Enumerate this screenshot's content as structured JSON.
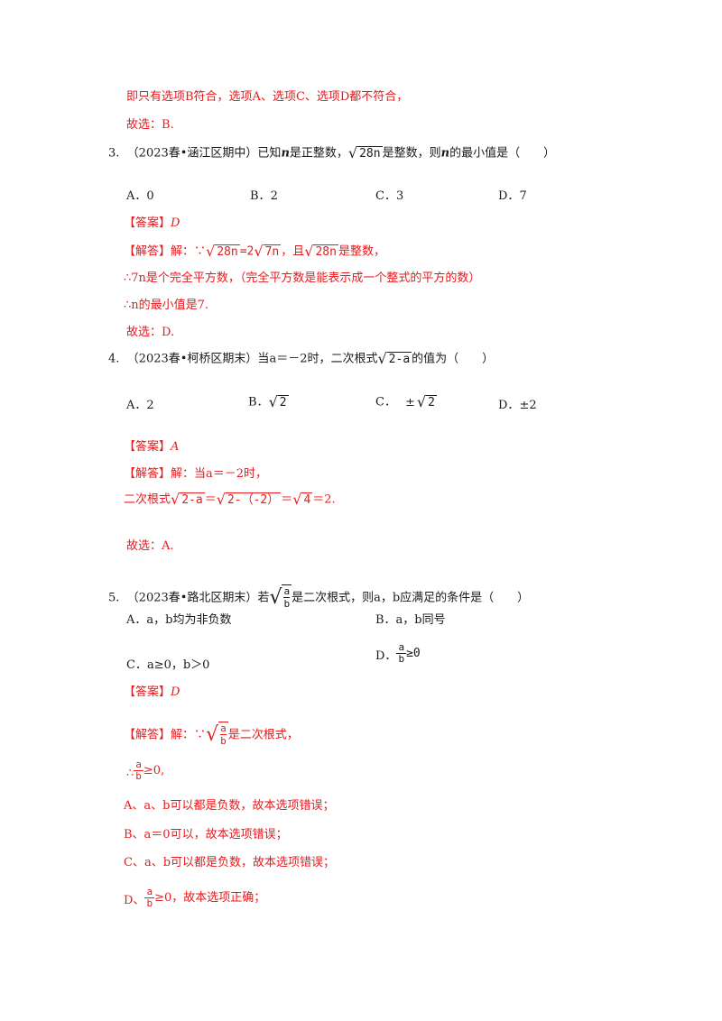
{
  "prev": {
    "line1": "即只有选项B符合，选项A、选项C、选项D都不符合，",
    "line2": "故选：B."
  },
  "q3": {
    "num": "3.",
    "stem_pre": "（2023春•涵江区期中）已知",
    "var_n": "n",
    "stem_mid": "是正整数，",
    "radicand": "28n",
    "stem_post": "是整数，则",
    "stem_post2": "的最小值是（　　）",
    "options": [
      {
        "letter": "A．",
        "text": "0"
      },
      {
        "letter": "B．",
        "text": "2"
      },
      {
        "letter": "C．",
        "text": "3"
      },
      {
        "letter": "D．",
        "text": "7"
      }
    ],
    "answer_label": "【答案】",
    "answer": "D",
    "analysis_label": "【解答】",
    "analysis_pre": "解：∵",
    "eq_mid": "=2",
    "radicand2": "7n",
    "analysis_mid": "，且",
    "analysis_post": "是整数，",
    "line2": "∴7n是个完全平方数，（完全平方数是能表示成一个整式的平方的数）",
    "line3": "∴n的最小值是7.",
    "line4": "故选：D."
  },
  "q4": {
    "num": "4.",
    "stem_pre": "（2023春•柯桥区期末）当",
    "stem_eq": "a＝－2时，二次根式",
    "radicand": "2-a",
    "stem_post": "的值为（　　）",
    "options": [
      {
        "letter": "A．",
        "text": "2"
      },
      {
        "letter": "B．",
        "radicand": "2"
      },
      {
        "letter": "C．",
        "pm": "±",
        "radicand": "2"
      },
      {
        "letter": "D．",
        "text": "±2"
      }
    ],
    "answer_label": "【答案】",
    "answer": "A",
    "analysis_label": "【解答】",
    "analysis_text": "解：当a＝－2时，",
    "line2_pre": "二次根式",
    "line2_r1": "2-a",
    "line2_eq1": "＝",
    "line2_r2": "2-（-2）",
    "line2_eq2": "＝",
    "line2_r3": "4",
    "line2_end": "＝2.",
    "line3": "故选：A."
  },
  "q5": {
    "num": "5.",
    "stem_pre": "（2023春•路北区期末）若",
    "frac_num": "a",
    "frac_den": "b",
    "stem_post": "是二次根式，则a，b应满足的条件是（　　）",
    "optA": "A．a，b均为非负数",
    "optB": "B．a，b同号",
    "optC": "C．a≥0，b＞0",
    "optD_letter": "D．",
    "optD_rel": "≥0",
    "answer_label": "【答案】",
    "answer": "D",
    "analysis_label": "【解答】",
    "analysis_pre": "解：∵",
    "analysis_post": "是二次根式，",
    "therefore": "∴",
    "rel": "≥0,",
    "lineA": "A、a、b可以都是负数，故本选项错误；",
    "lineB": "B、a＝0可以，故本选项错误；",
    "lineC": "C、a、b可以都是负数，故本选项错误；",
    "lineD_pre": "D、",
    "lineD_post": "≥0，故本选项正确；"
  }
}
